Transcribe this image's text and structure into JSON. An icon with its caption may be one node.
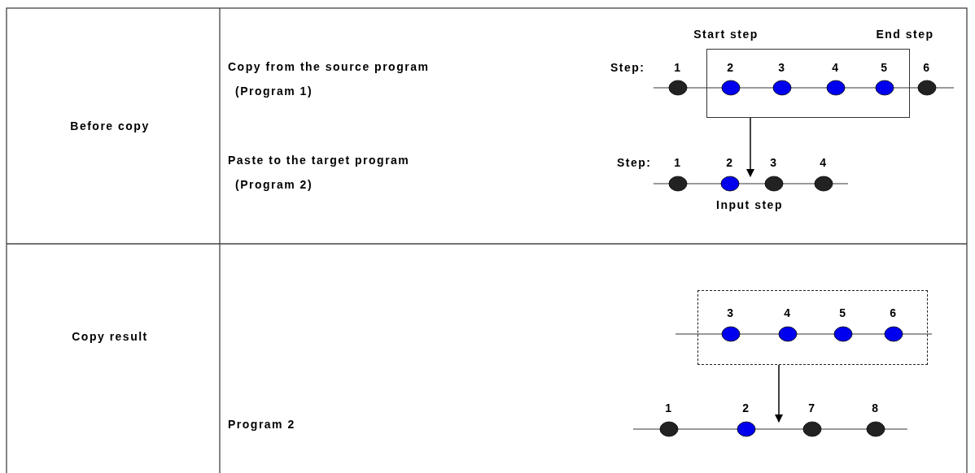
{
  "diagram": {
    "nodes": [
      {
        "text": [],
        "shape": "box"
      },
      {
        "text": [],
        "shape": "bar"
      },
      {
        "text": [],
        "shape": "box"
      },
      {
        "text": [],
        "shape": "bar"
      }
    ],
    "edges": [
      {
        "from": 0,
        "to": 1,
        "arrow": "to"
      },
      {
        "from": 2,
        "to": 3,
        "arrow": "to"
      }
    ],
    "labels": [
      "Before copy",
      "Copy from the source program (Program 1)",
      "Paste to the target program (Program 2)",
      "Start step",
      "End step",
      "Step:",
      "1",
      "2",
      "3",
      "4",
      "5",
      "6",
      "Step:",
      "1",
      "2",
      "3",
      "4",
      "Input step",
      "Copy result",
      "3",
      "4",
      "5",
      "6",
      "Program 2",
      "1",
      "2",
      "7",
      "8"
    ]
  }
}
